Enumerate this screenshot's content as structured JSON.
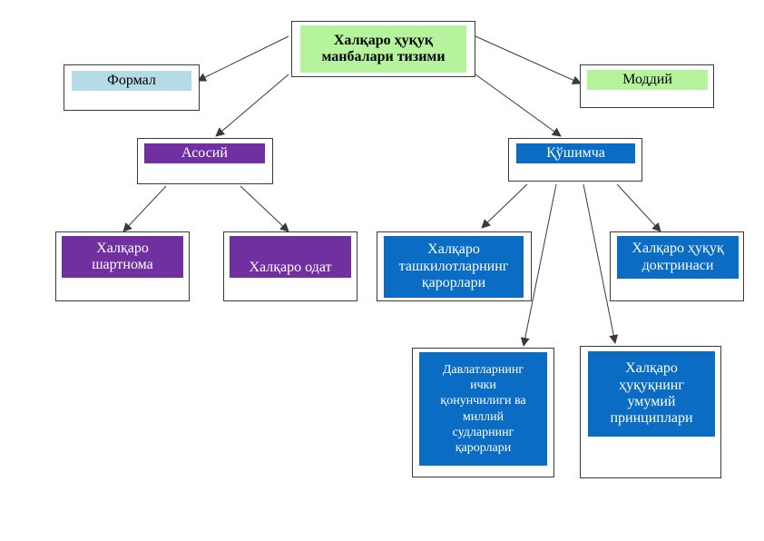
{
  "diagram": {
    "title": "Халқаро ҳуқуқ\nманбалари тизими",
    "formal": "Формал",
    "material": "Моддий",
    "main": "Асосий",
    "additional": "Қўшимча",
    "treaty": "Халқаро\nшартнома",
    "custom": "Халқаро одат",
    "org_decisions": "Халқаро\nташкилотларнинг\nқарорлари",
    "doctrine": "Халқаро ҳуқуқ\nдоктринаси",
    "national_law": "Давлатларнинг\nички\nқонунчилиги ва\nмиллий\nсудларнинг\nқарорлари",
    "general_principles": "Халқаро\nҳуқуқнинг\nумумий\nпринциплари"
  },
  "colors": {
    "title_fill": "#b5f39c",
    "formal_fill": "#b4dbe6",
    "material_fill": "#b5f39c",
    "main_branch_fill": "#7030a0",
    "additional_branch_fill": "#0a6cc2",
    "border": "#3a3a3a",
    "arrow": "#3a3a3a"
  }
}
